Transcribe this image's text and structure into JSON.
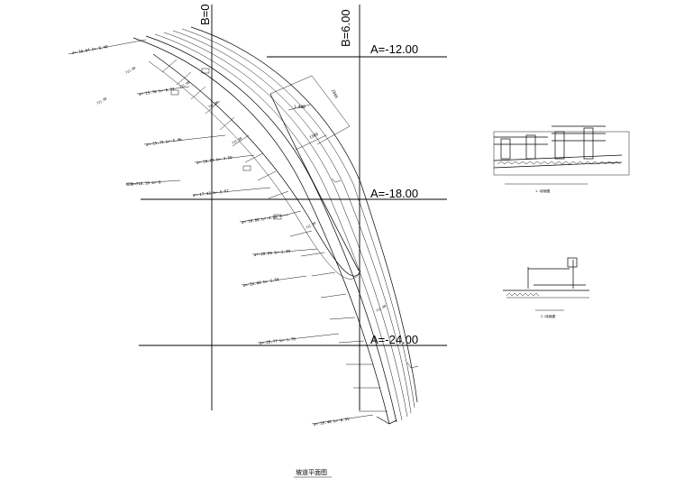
{
  "grid_labels": {
    "b0": "B=0",
    "b6": "B=6.00",
    "a12": "A=-12.00",
    "a18": "A=-18.00",
    "a24": "A=-24.00"
  },
  "drawing_title": "坡道平面图",
  "dimensions": {
    "width_1": "1.800",
    "width_2": "2800",
    "short_1": "1300"
  },
  "elevations": [
    "721.80",
    "721.80",
    "721.60",
    "721.80",
    "722.80",
    "722.30",
    "722.80"
  ],
  "station_notes": [
    "a=-16.64 b=-8.48",
    "a=-15.70 b=-6.91",
    "a=-15.72 b=-5.46",
    "a=-16.63 b=-4.50",
    "标高=716.10 b=-8",
    "a=-17.42 b=-5.57",
    "a=-18.80 b=-4.20",
    "a=-20.69 b=-3.40",
    "a=-22.08 b=-3.50",
    "a=-28.77 b=-1.78",
    "a=-35.48 b=-0.55"
  ],
  "detail_captions": {
    "section_1": "1-1剖面图",
    "section_2": "2-2剖面图"
  }
}
